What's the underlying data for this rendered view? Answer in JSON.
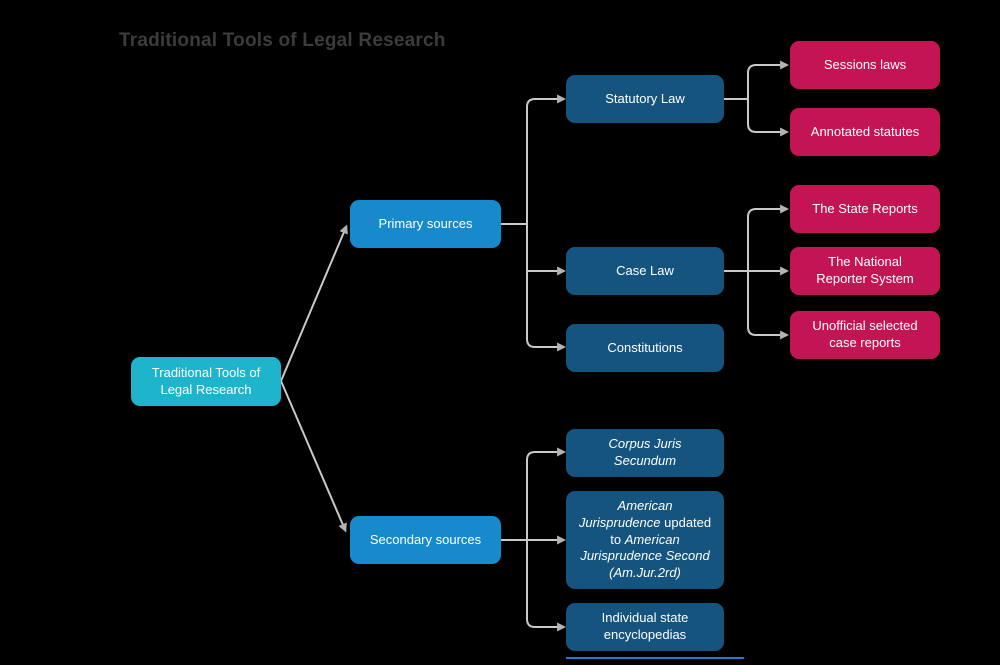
{
  "title": "Traditional Tools of Legal Research",
  "colors": {
    "background": "#000000",
    "root-node": "#1eb5cc",
    "branch-node": "#178acc",
    "topic-node": "#14547f",
    "leaf-node": "#c31554",
    "connector": "#c9c9c9",
    "arrowhead": "#b3b3b3",
    "title-text": "#3c3c3c",
    "node-text": "#ffffff",
    "underline-accent": "#1a7fd4"
  },
  "nodes": {
    "root": {
      "label": "Traditional Tools of Legal Research"
    },
    "primary": {
      "label": "Primary sources"
    },
    "secondary": {
      "label": "Secondary sources"
    },
    "statutory": {
      "label": "Statutory Law"
    },
    "case_law": {
      "label": "Case Law"
    },
    "constitutions": {
      "label": "Constitutions"
    },
    "sessions": {
      "label": "Sessions laws"
    },
    "annotated": {
      "label": "Annotated statutes"
    },
    "state_reports": {
      "label": "The State Reports"
    },
    "national_reporter": {
      "label": "The National Reporter System"
    },
    "unofficial": {
      "label": "Unofficial selected case reports"
    },
    "corpus": {
      "label": "Corpus Juris Secundum"
    },
    "am_jur": {
      "segments": [
        {
          "text": "American Jurisprudence",
          "italic": true
        },
        {
          "text": " updated to ",
          "italic": false
        },
        {
          "text": "American Jurisprudence Second (Am.Jur.2rd)",
          "italic": true
        }
      ]
    },
    "individual": {
      "label": "Individual state encyclopedias"
    }
  }
}
